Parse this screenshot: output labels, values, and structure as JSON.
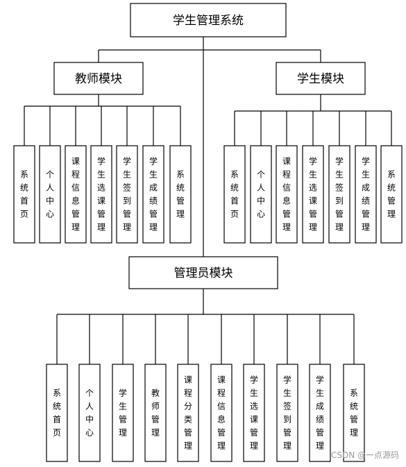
{
  "root": {
    "label": "学生管理系统"
  },
  "teacher_module": {
    "label": "教师模块",
    "items": [
      "系统首页",
      "个人中心",
      "课程信息管理",
      "学生选课管理",
      "学生签到管理",
      "学生成绩管理",
      "系统管理"
    ]
  },
  "student_module": {
    "label": "学生模块",
    "items": [
      "系统首页",
      "个人中心",
      "课程信息管理",
      "学生选课管理",
      "学生签到管理",
      "学生成绩管理",
      "系统管理"
    ]
  },
  "admin_module": {
    "label": "管理员模块",
    "items": [
      "系统首页",
      "个人中心",
      "学生管理",
      "教师管理",
      "课程分类管理",
      "课程信息管理",
      "学生选课管理",
      "学生签到管理",
      "学生成绩管理",
      "系统管理"
    ]
  },
  "watermark": "CSDN @一点源码"
}
